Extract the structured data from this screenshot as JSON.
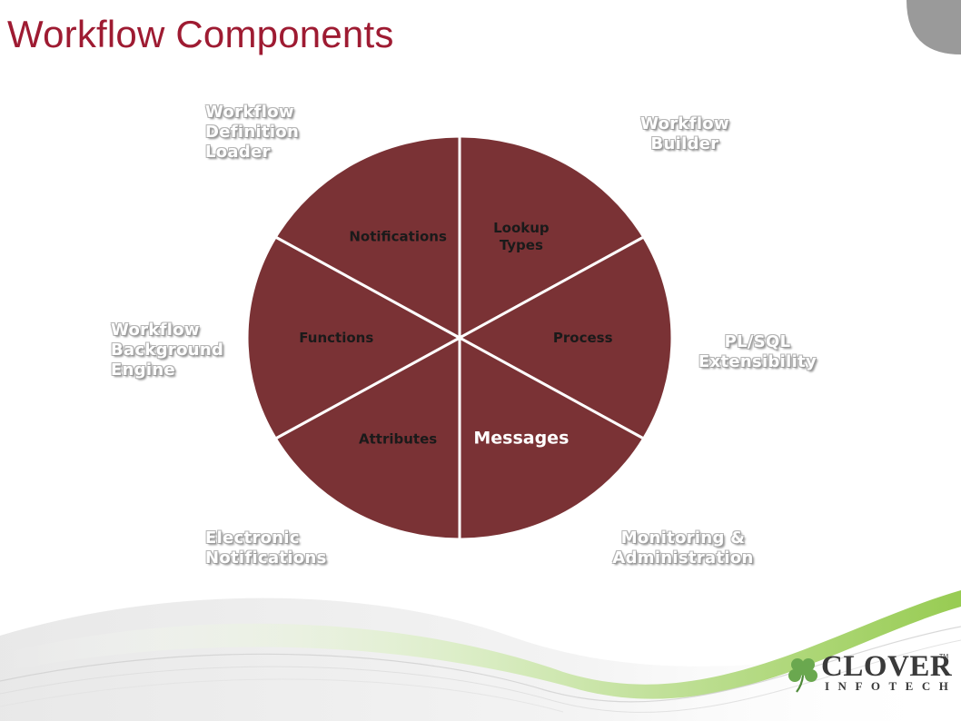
{
  "title": "Workflow Components",
  "wheel": {
    "segments": [
      {
        "label_lines": [
          "Lookup",
          "Types"
        ],
        "highlighted": false
      },
      {
        "label_lines": [
          "Process"
        ],
        "highlighted": false
      },
      {
        "label_lines": [
          "Messages"
        ],
        "highlighted": true
      },
      {
        "label_lines": [
          "Attributes"
        ],
        "highlighted": false
      },
      {
        "label_lines": [
          "Functions"
        ],
        "highlighted": false
      },
      {
        "label_lines": [
          "Notifications"
        ],
        "highlighted": false
      }
    ],
    "fill_color": "#7a3235",
    "divider_color": "#ffffff"
  },
  "outer_labels": {
    "workflow_builder": [
      "Workflow",
      "Builder"
    ],
    "plsql_extensibility": [
      "PL/SQL",
      "Extensibility"
    ],
    "monitoring_administration": [
      "Monitoring &",
      "Administration"
    ],
    "electronic_notifications": [
      "Electronic",
      "Notifications"
    ],
    "background_engine": [
      "Workflow",
      "Background",
      "Engine"
    ],
    "definition_loader": [
      "Workflow",
      "Definition",
      "Loader"
    ]
  },
  "logo": {
    "name": "CLOVER",
    "tm": "TM",
    "sub": "INFOTECH",
    "icon": "clover-leaf-icon",
    "icon_color": "#6aa84f"
  },
  "theme": {
    "title_color": "#9e1b32",
    "accent_green": "#8cc63f"
  }
}
